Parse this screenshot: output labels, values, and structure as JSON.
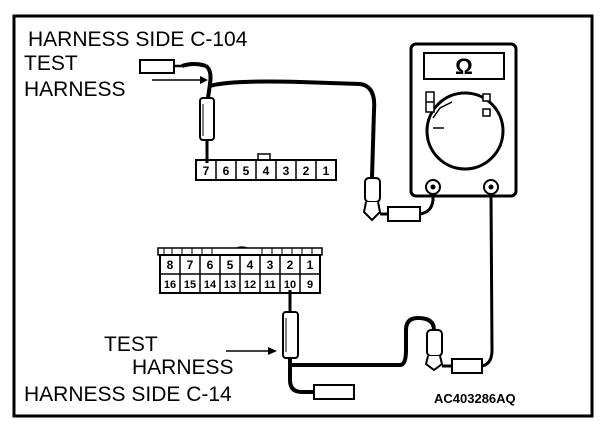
{
  "labels": {
    "harness_c104": "HARNESS SIDE C-104",
    "test_harness_top_1": "TEST",
    "test_harness_top_2": "HARNESS",
    "test_harness_bottom_1": "TEST",
    "test_harness_bottom_2": "HARNESS",
    "harness_c14": "HARNESS SIDE C-14",
    "figure_code": "AC403286AQ"
  },
  "meter": {
    "display_symbol": "Ω"
  },
  "connector_c104": {
    "pins": [
      "7",
      "6",
      "5",
      "4",
      "3",
      "2",
      "1"
    ]
  },
  "connector_c14": {
    "row_top": [
      "8",
      "7",
      "6",
      "5",
      "4",
      "3",
      "2",
      "1"
    ],
    "row_bottom": [
      "16",
      "15",
      "14",
      "13",
      "12",
      "11",
      "10",
      "9"
    ]
  }
}
